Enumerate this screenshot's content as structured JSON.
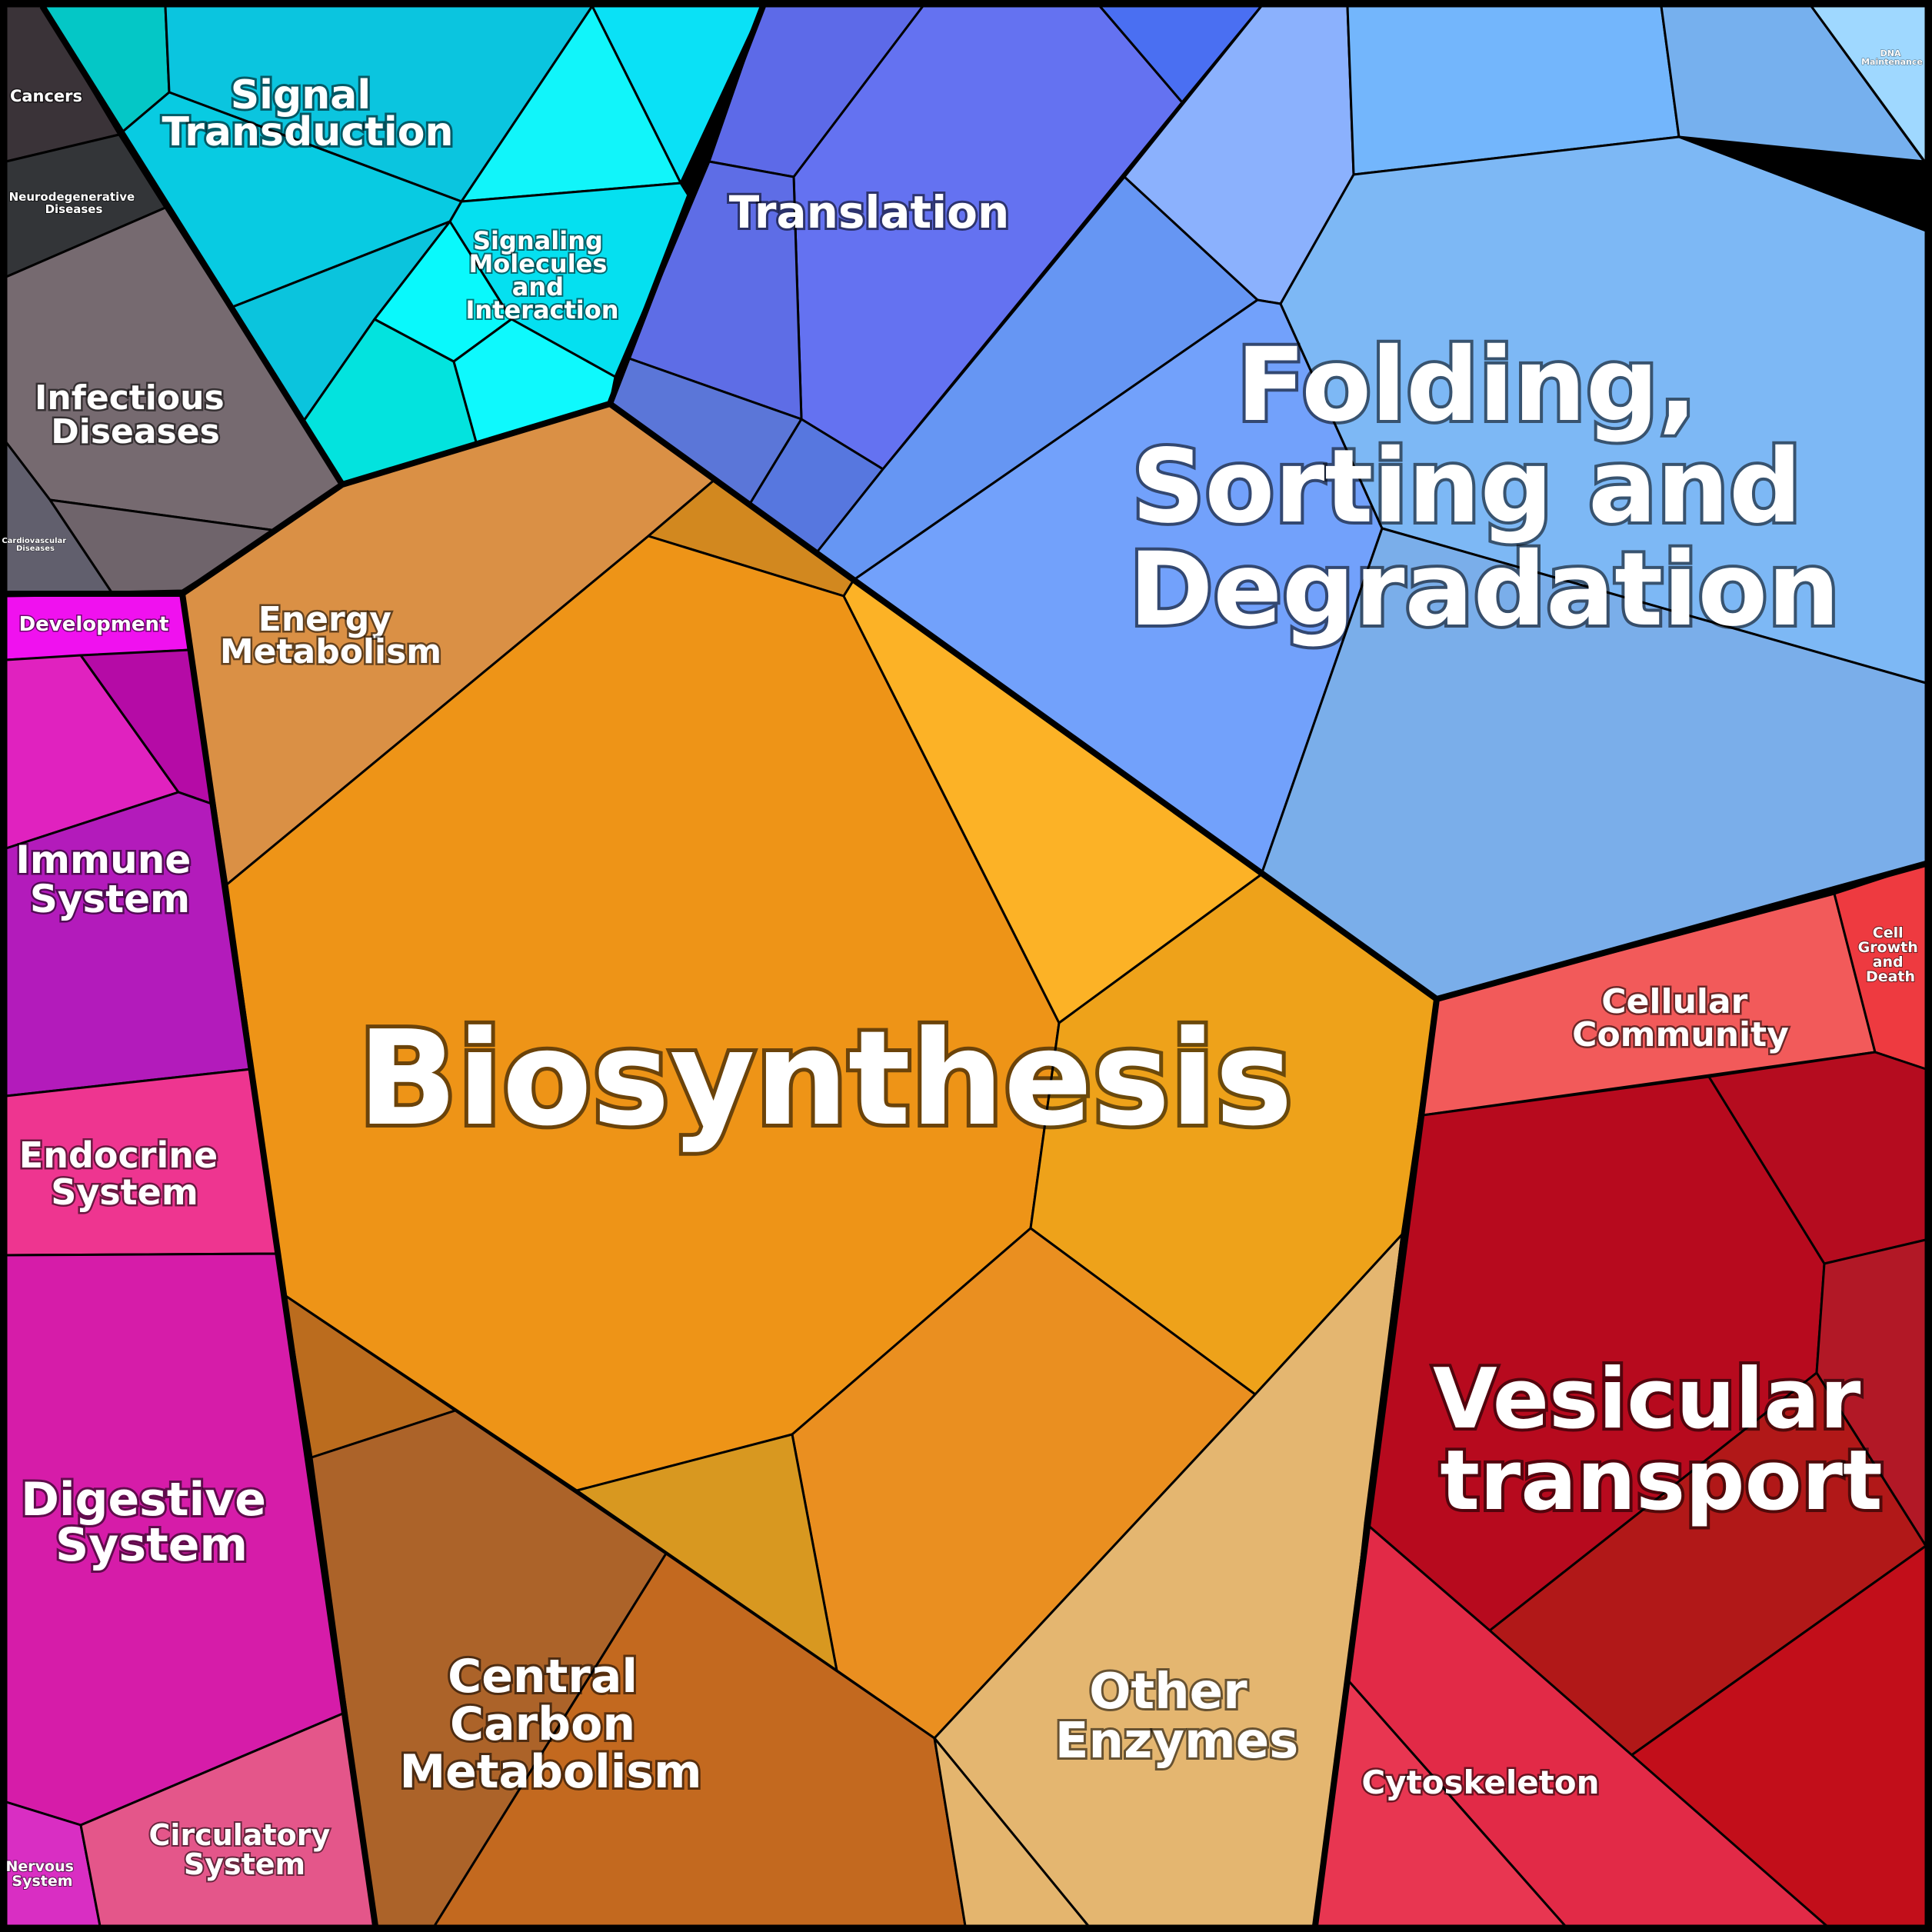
{
  "diagram": {
    "type": "voronoi-treemap",
    "categories": [
      {
        "key": "cancers",
        "label": "Cancers",
        "color": "#3a3338"
      },
      {
        "key": "neuro",
        "label": "Neurodegenerative Diseases",
        "color": "#333538"
      },
      {
        "key": "infectious",
        "label": "Infectious Diseases",
        "color": "#766a70"
      },
      {
        "key": "cardio",
        "label": "Cardiovascular Diseases",
        "color": "#615f6d"
      },
      {
        "key": "signal",
        "label": "Signal Transduction",
        "color": "#0cc6e0"
      },
      {
        "key": "signaling",
        "label": "Signaling Molecules and Interaction",
        "color": "#0ef7fc"
      },
      {
        "key": "translation",
        "label": "Translation",
        "color": "#6272ee"
      },
      {
        "key": "folding",
        "label": "Folding, Sorting and Degradation",
        "color": "#76aaf2"
      },
      {
        "key": "dna",
        "label": "DNA Maintenance",
        "color": "#9fd8ff"
      },
      {
        "key": "development",
        "label": "Development",
        "color": "#f011ef"
      },
      {
        "key": "immune",
        "label": "Immune System",
        "color": "#b31bbb"
      },
      {
        "key": "endocrine",
        "label": "Endocrine System",
        "color": "#ee3590"
      },
      {
        "key": "digestive",
        "label": "Digestive System",
        "color": "#d61ca9"
      },
      {
        "key": "circulatory",
        "label": "Circulatory System",
        "color": "#e4568a"
      },
      {
        "key": "nervous",
        "label": "Nervous System",
        "color": "#d92ec3"
      },
      {
        "key": "energy",
        "label": "Energy Metabolism",
        "color": "#da9045"
      },
      {
        "key": "biosynthesis",
        "label": "Biosynthesis",
        "color": "#ee9417"
      },
      {
        "key": "central",
        "label": "Central Carbon Metabolism",
        "color": "#c3691f"
      },
      {
        "key": "other",
        "label": "Other Enzymes",
        "color": "#e4b670"
      },
      {
        "key": "cellular",
        "label": "Cellular Community",
        "color": "#f25a5a"
      },
      {
        "key": "growth",
        "label": "Cell Growth and Death",
        "color": "#ee3a40"
      },
      {
        "key": "vesicular",
        "label": "Vesicular transport",
        "color": "#b70a1e"
      },
      {
        "key": "cytoskeleton",
        "label": "Cytoskeleton",
        "color": "#e22a47"
      }
    ]
  },
  "labels": {
    "cancers": "Cancers",
    "neuro_l1": "Neurodegenerative",
    "neuro_l2": "Diseases",
    "infectious_l1": "Infectious",
    "infectious_l2": "Diseases",
    "cardio_l1": "Cardiovascular",
    "cardio_l2": "Diseases",
    "signal_l1": "Signal",
    "signal_l2": "Transduction",
    "signaling_l1": "Signaling",
    "signaling_l2": "Molecules",
    "signaling_l3": "and",
    "signaling_l4": "Interaction",
    "translation": "Translation",
    "folding_l1": "Folding,",
    "folding_l2": "Sorting and",
    "folding_l3": "Degradation",
    "dna_l1": "DNA",
    "dna_l2": "Maintenance",
    "development": "Development",
    "immune_l1": "Immune",
    "immune_l2": "System",
    "endocrine_l1": "Endocrine",
    "endocrine_l2": "System",
    "digestive_l1": "Digestive",
    "digestive_l2": "System",
    "circulatory_l1": "Circulatory",
    "circulatory_l2": "System",
    "nervous_l1": "Nervous",
    "nervous_l2": "System",
    "energy_l1": "Energy",
    "energy_l2": "Metabolism",
    "biosynthesis": "Biosynthesis",
    "central_l1": "Central",
    "central_l2": "Carbon",
    "central_l3": "Metabolism",
    "other_l1": "Other",
    "other_l2": "Enzymes",
    "cellular_l1": "Cellular",
    "cellular_l2": "Community",
    "growth_l1": "Cell",
    "growth_l2": "Growth",
    "growth_l3": "and",
    "growth_l4": "Death",
    "vesicular_l1": "Vesicular",
    "vesicular_l2": "transport",
    "cytoskeleton": "Cytoskeleton"
  }
}
